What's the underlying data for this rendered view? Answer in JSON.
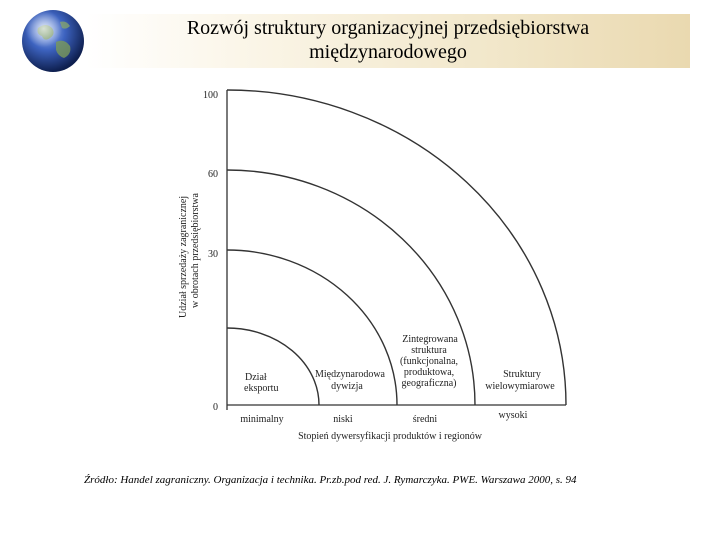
{
  "slide": {
    "title_line1": "Rozwój struktury organizacyjnej przedsiębiorstwa",
    "title_line2": "międzynarodowego",
    "source": "Źródło: Handel zagraniczny. Organizacja i technika. Pr.zb.pod red. J. Rymarczyka. PWE. Warszawa 2000, s. 94"
  },
  "diagram": {
    "y_axis_label_line1": "Udział sprzedaży zagranicznej",
    "y_axis_label_line2": "w obrotach przedsiębiorstwa",
    "x_axis_label": "Stopień dywersyfikacji produktów i regionów",
    "y_ticks": [
      "100",
      "60",
      "30",
      "0"
    ],
    "x_categories": [
      "minimalny",
      "niski",
      "średni",
      "wysoki"
    ],
    "regions": [
      {
        "lines": [
          "Dział",
          "eksportu"
        ]
      },
      {
        "lines": [
          "Międzynarodowa",
          "dywizja"
        ]
      },
      {
        "lines": [
          "Zintegrowana",
          "struktura",
          "(funkcjonalna,",
          "produktowa,",
          "geograficzna)"
        ]
      },
      {
        "lines": [
          "Struktury",
          "wielowymiarowe"
        ]
      }
    ]
  },
  "colors": {
    "banner": "#f1e6c8",
    "ink": "#222222",
    "globe_ocean": "#2b4fa8",
    "globe_land": "#7a9a5a"
  }
}
